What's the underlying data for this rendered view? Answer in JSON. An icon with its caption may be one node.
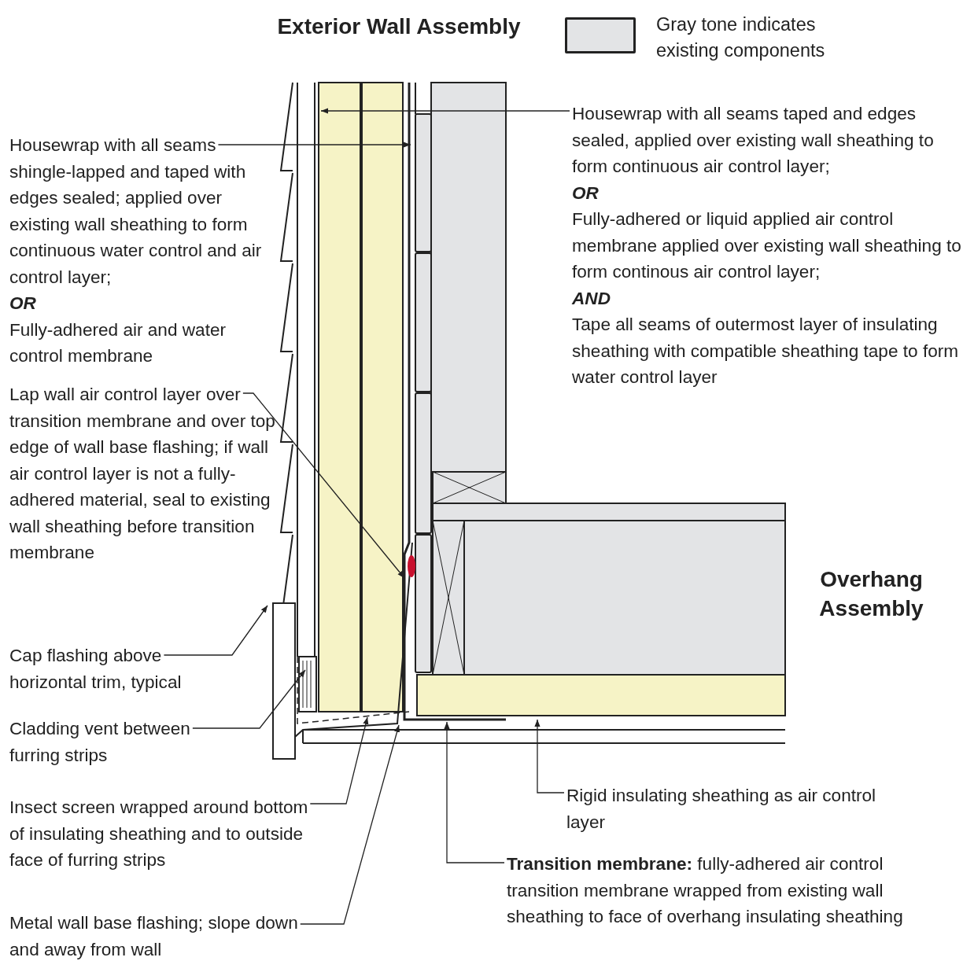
{
  "diagram": {
    "nodes": [
      {
        "text": [
          "Housewrap with all seams shingle-lapped and taped with edges sealed; applied over existing wall sheathing to form continuous water control and air control layer;",
          "OR",
          "Fully-adhered air and water control membrane"
        ]
      },
      {
        "text": [
          "Housewrap with all seams taped and edges sealed, applied over existing wall sheathing to form continuous air control layer;",
          "OR",
          "Fully-adhered or liquid applied air control membrane applied over existing wall sheathing to form continous air control layer;",
          "AND",
          "Tape all seams of outermost layer of insulating sheathing with compatible sheathing tape to form water control layer"
        ]
      },
      {
        "text": [
          "Lap wall air control layer over transition membrane and over top edge of wall base flashing; if wall air control layer is not a fully-adhered material, seal to existing wall sheathing before transition membrane"
        ]
      },
      {
        "text": [
          "Cap flashing above horizontal trim, typical"
        ]
      },
      {
        "text": [
          "Cladding vent between furring strips"
        ]
      },
      {
        "text": [
          "Insect screen wrapped around bottom of insulating sheathing and to outside face of furring strips"
        ]
      },
      {
        "text": [
          "Metal wall base flashing; slope down and away from wall"
        ]
      },
      {
        "text": [
          "Rigid insulating sheathing as air control layer"
        ]
      },
      {
        "text": [
          "**Transition membrane:** fully-adhered air control transition membrane wrapped from existing wall sheathing to face of overhang insulating sheathing"
        ]
      }
    ],
    "edges": [
      {
        "from": 0,
        "to": null,
        "arrow": "to"
      },
      {
        "from": 1,
        "to": null,
        "arrow": "to"
      },
      {
        "from": 2,
        "to": null,
        "arrow": "to"
      },
      {
        "from": 3,
        "to": null,
        "arrow": "to"
      },
      {
        "from": 4,
        "to": null,
        "arrow": "to"
      },
      {
        "from": 5,
        "to": null,
        "arrow": "to"
      },
      {
        "from": 6,
        "to": null,
        "arrow": "to"
      },
      {
        "from": 7,
        "to": null,
        "arrow": "to"
      },
      {
        "from": 8,
        "to": null,
        "arrow": "to"
      }
    ],
    "labels": [
      "Exterior Wall Assembly",
      "Overhang Assembly"
    ],
    "legend": [
      {
        "text": "Gray tone indicates existing components",
        "color": "#e3e4e6"
      }
    ]
  }
}
